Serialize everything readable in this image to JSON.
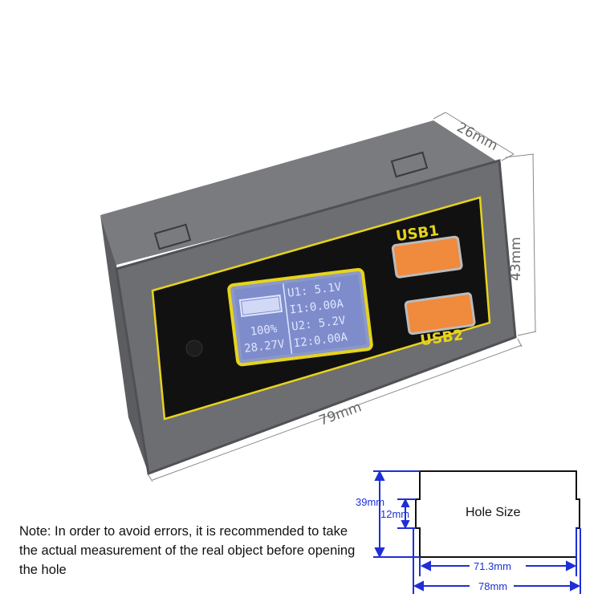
{
  "device": {
    "usb1_label": "USB1",
    "usb2_label": "USB2",
    "screen": {
      "battery_percent": "100%",
      "input_voltage": "28.27V",
      "battery_level": 1.0,
      "lines": [
        "U1: 5.1V",
        "I1:0.00A",
        "U2: 5.2V",
        "I2:0.00A"
      ]
    },
    "colors": {
      "housing": "#6d6e72",
      "accent": "#e7d31c",
      "port": "#f08a3c"
    }
  },
  "dimensions": {
    "depth": "26mm",
    "height": "43mm",
    "width": "79mm"
  },
  "hole": {
    "title": "Hole Size",
    "height": "39mm",
    "notch": "12mm",
    "inner_width": "71.3mm",
    "outer_width": "78mm",
    "line_color": "#1f2fd6"
  },
  "note": "Note: In order to avoid errors, it is recommended to take the actual measurement of the real object before opening the hole"
}
